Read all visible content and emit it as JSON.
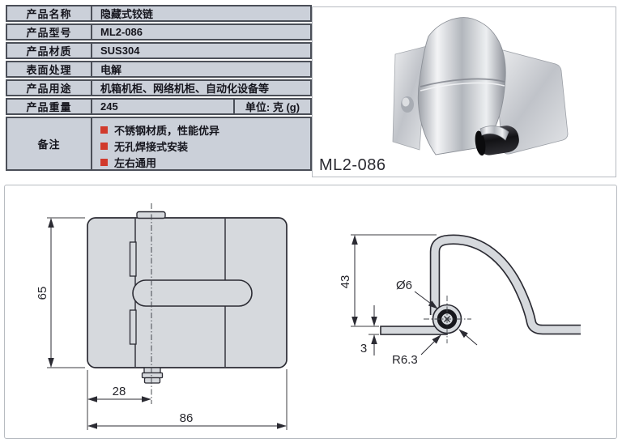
{
  "spec_table": {
    "rows": [
      {
        "label": "产品名称",
        "value": "隐藏式铰链"
      },
      {
        "label": "产品型号",
        "value": "ML2-086"
      },
      {
        "label": "产品材质",
        "value": "SUS304"
      },
      {
        "label": "表面处理",
        "value": "电解"
      },
      {
        "label": "产品用途",
        "value": "机箱机柜、网络机柜、自动化设备等"
      },
      {
        "label": "产品重量",
        "value": "245",
        "unit": "单位: 克 (g)"
      }
    ],
    "remarks": {
      "label": "备注",
      "items": [
        "不锈钢材质，性能优异",
        "无孔焊接式安装",
        "左右通用"
      ]
    }
  },
  "photo": {
    "caption": "ML2-086"
  },
  "drawings": {
    "front_view": {
      "dim_height": "65",
      "dim_pin_offset": "28",
      "dim_width": "86"
    },
    "side_view": {
      "dim_height": "43",
      "dim_thickness": "3",
      "dim_pin_diameter": "Ø6",
      "dim_radius": "R6.3"
    }
  },
  "colors": {
    "cell_bg": "#cbd0d9",
    "table_border": "#4b4f58",
    "bullet_red": "#d13a2c",
    "panel_border": "#b7bbc1",
    "drawing_fill": "#d6d9dd",
    "drawing_stroke": "#2b2b33"
  }
}
